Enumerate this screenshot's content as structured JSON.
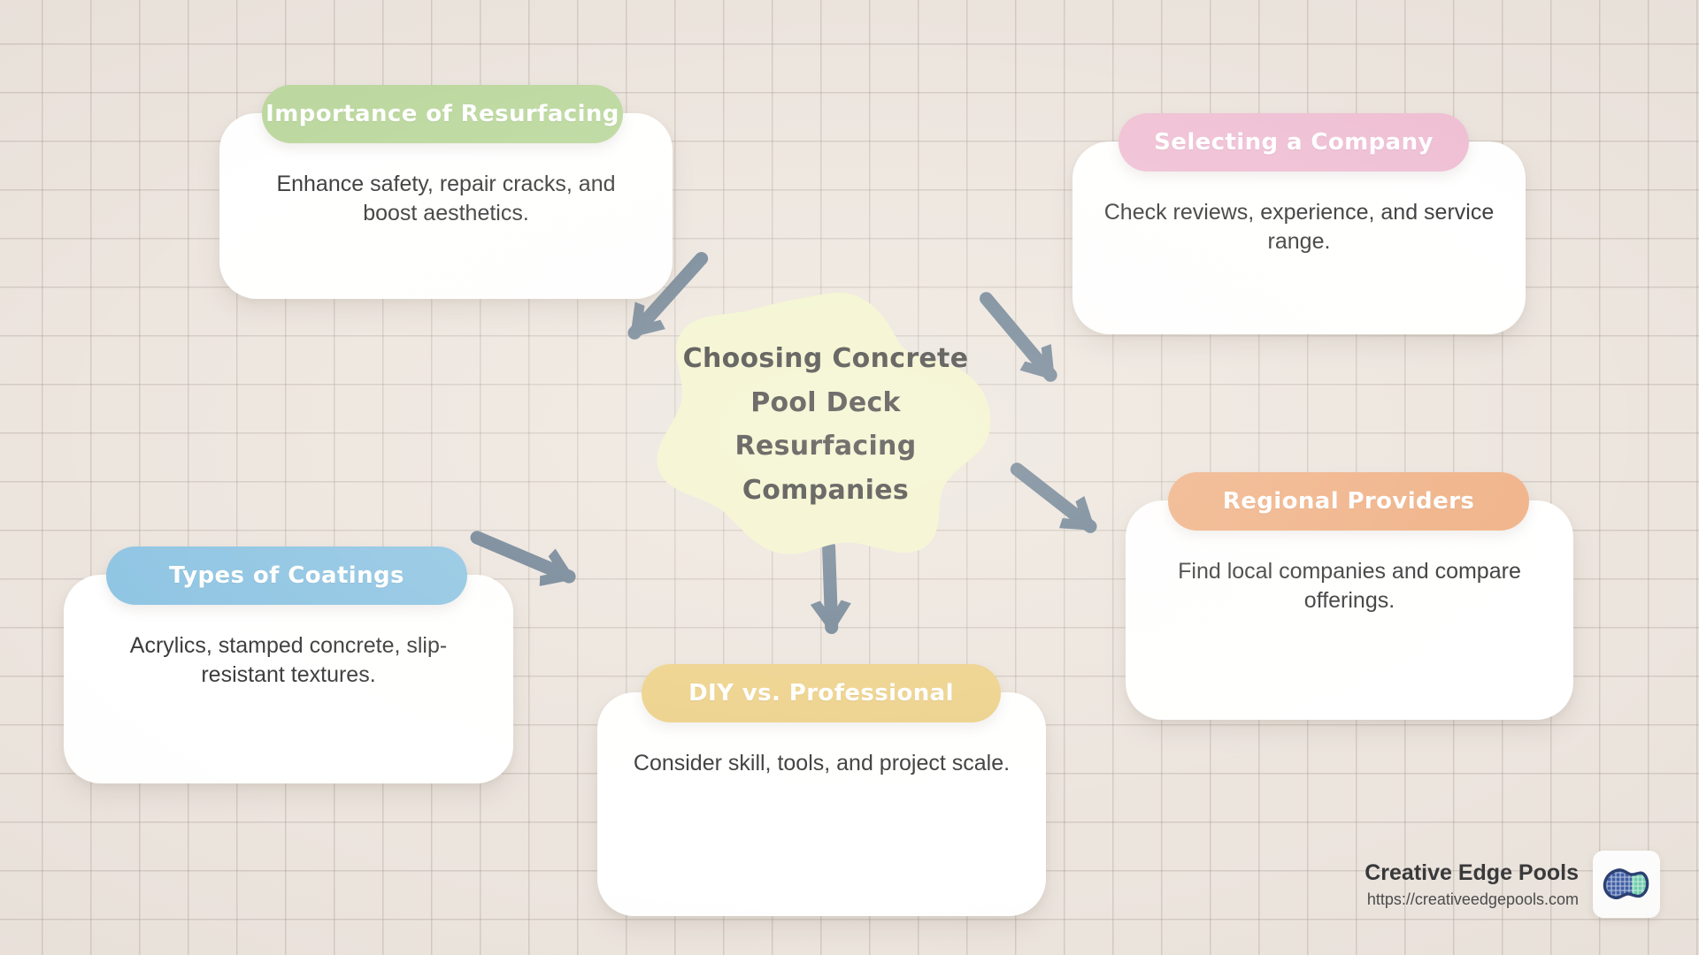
{
  "background": {
    "color": "#ece5de",
    "grid_color": "#9a9086"
  },
  "center": {
    "fill": "#f3f4cd",
    "title_lines": [
      "Choosing Concrete",
      "Pool Deck Resurfacing",
      "Companies"
    ]
  },
  "arrow_color": "#6e8193",
  "nodes": [
    {
      "id": "importance-of-resurfacing",
      "title": "Importance of Resurfacing",
      "body": "Enhance safety, repair cracks, and boost aesthetics.",
      "header_color": "#bdd9a0"
    },
    {
      "id": "selecting-a-company",
      "title": "Selecting a Company",
      "body": "Check reviews, experience, and service range.",
      "header_color": "#f0c1d5"
    },
    {
      "id": "types-of-coatings",
      "title": "Types of Coatings",
      "body": "Acrylics, stamped concrete, slip-resistant textures.",
      "header_color": "#8fc5e3"
    },
    {
      "id": "diy-vs-professional",
      "title": "DIY vs. Professional",
      "body": "Consider skill, tools, and project scale.",
      "header_color": "#edd189"
    },
    {
      "id": "regional-providers",
      "title": "Regional Providers",
      "body": "Find local companies and compare offerings.",
      "header_color": "#f0b287"
    }
  ],
  "branding": {
    "name": "Creative Edge Pools",
    "url": "https://creativeedgepools.com",
    "logo_icon": "pool-logo-icon",
    "logo_outline_color": "#2a3f72",
    "logo_fill_color": "#6fcfae"
  }
}
